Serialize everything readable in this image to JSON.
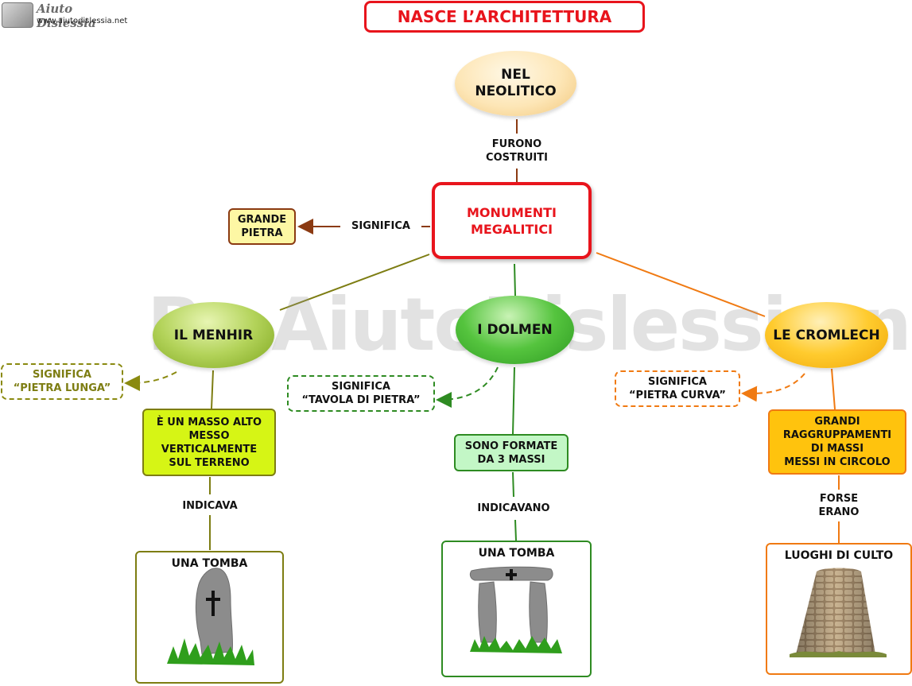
{
  "header": {
    "logo_text": "Aiuto Dislessia",
    "logo_url_text": "www.aiutodislessia.net",
    "title": "NASCE L’ARCHITETTURA"
  },
  "watermark": "By AiutoDislessia.net",
  "nodes": {
    "neolitico": "NEL\nNEOLITICO",
    "furono": "FURONO\nCOSTRUITI",
    "monumenti": "MONUMENTI\nMEGALITICI",
    "significa_main": "SIGNIFICA",
    "grande_pietra": "GRANDE\nPIETRA",
    "menhir": "IL MENHIR",
    "dolmen": "I DOLMEN",
    "cromlech": "LE CROMLECH",
    "menhir_sig": "SIGNIFICA\n“PIETRA LUNGA”",
    "dolmen_sig": "SIGNIFICA\n“TAVOLA DI PIETRA”",
    "cromlech_sig": "SIGNIFICA\n“PIETRA CURVA”",
    "menhir_desc": "È UN MASSO ALTO\nMESSO\nVERTICALMENTE\nSUL TERRENO",
    "dolmen_desc": "SONO FORMATE\nDA 3 MASSI",
    "cromlech_desc": "GRANDI\nRAGGRUPPAMENTI\nDI MASSI\nMESSI IN CIRCOLO",
    "indicava": "INDICAVA",
    "indicavano": "INDICAVANO",
    "forse_erano": "FORSE\nERANO",
    "menhir_img_cap": "UNA TOMBA",
    "dolmen_img_cap": "UNA TOMBA",
    "cromlech_img_cap": "LUOGHI DI CULTO"
  },
  "colors": {
    "title_red": "#e8141c",
    "menhir_olive": "#7d7d12",
    "dolmen_green": "#2e8b22",
    "cromlech_orange": "#f07a12",
    "brown_arrow": "#8b3a12"
  }
}
